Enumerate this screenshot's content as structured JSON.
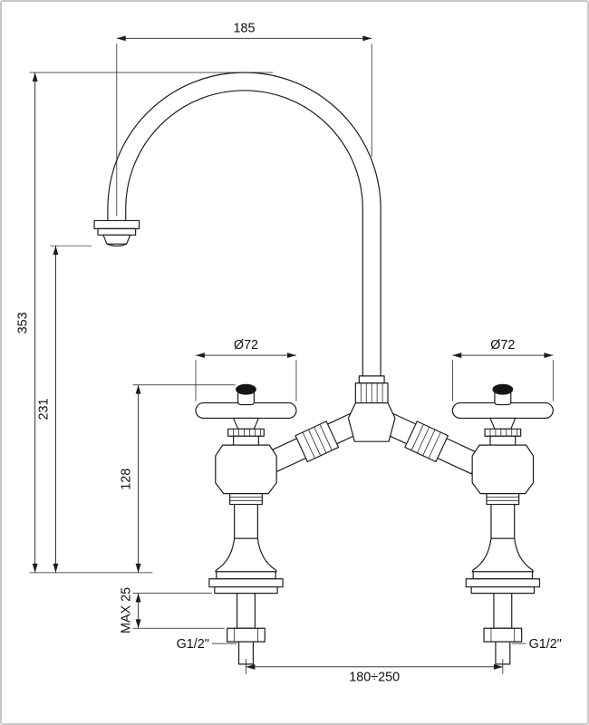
{
  "drawing": {
    "type": "technical-dimension-diagram",
    "colors": {
      "line": "#1c1c1c",
      "background": "#ffffff",
      "handle_cap_fill": "#141414",
      "frame_border": "#c8c8c8"
    },
    "dimensions": {
      "spout_projection": {
        "label": "185"
      },
      "overall_height": {
        "label": "353"
      },
      "outlet_height": {
        "label": "231"
      },
      "handle_height": {
        "label": "128"
      },
      "max_counter_thickness": {
        "label": "MAX 25"
      },
      "handle_diameter_left": {
        "label": "Ø72"
      },
      "handle_diameter_right": {
        "label": "Ø72"
      },
      "thread_left": {
        "label": "G1/2\""
      },
      "thread_right": {
        "label": "G1/2\""
      },
      "inlet_distance": {
        "label": "180÷250"
      }
    }
  }
}
